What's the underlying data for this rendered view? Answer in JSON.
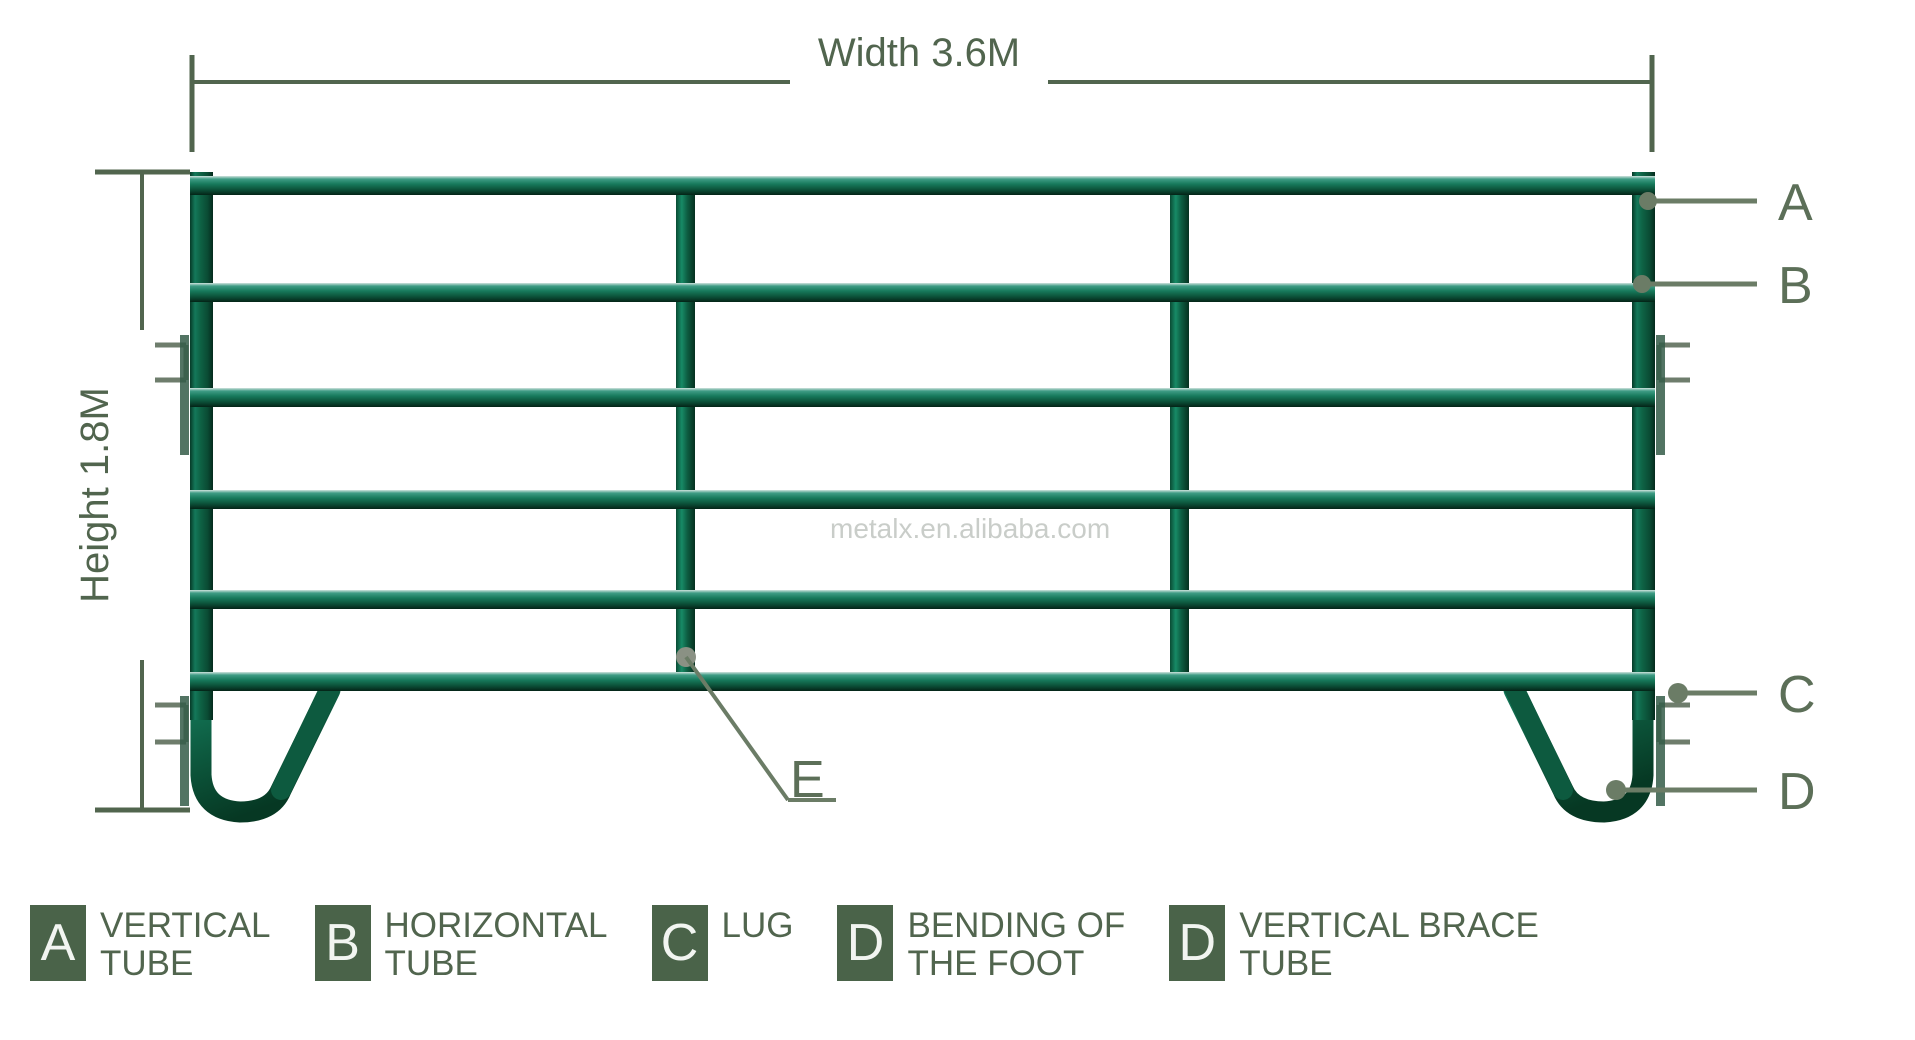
{
  "diagram": {
    "title": "Livestock corral panel technical drawing",
    "watermark": "metalx.en.alibaba.com",
    "dimensions": {
      "width_label": "Width 3.6M",
      "height_label": "Height 1.8M"
    },
    "callouts": [
      {
        "letter": "A",
        "target": "top-horizontal-rail"
      },
      {
        "letter": "B",
        "target": "second-horizontal-rail"
      },
      {
        "letter": "C",
        "target": "lug-clip"
      },
      {
        "letter": "D",
        "target": "bent-foot"
      },
      {
        "letter": "E",
        "target": "vertical-brace-tube"
      }
    ],
    "colors": {
      "tube": "#0d5a3f",
      "tube_highlight": "#2e8f77",
      "tube_shadow": "#063524",
      "annotation": "#51654e",
      "badge": "#4a6349",
      "watermark": "#c9cdc9",
      "background": "#ffffff"
    }
  },
  "legend": {
    "items": [
      {
        "badge": "A",
        "label": "VERTICAL\nTUBE"
      },
      {
        "badge": "B",
        "label": "HORIZONTAL\nTUBE"
      },
      {
        "badge": "C",
        "label": "LUG"
      },
      {
        "badge": "D",
        "label": "BENDING OF\nTHE FOOT"
      },
      {
        "badge": "D",
        "label": "VERTICAL BRACE\nTUBE"
      }
    ]
  }
}
